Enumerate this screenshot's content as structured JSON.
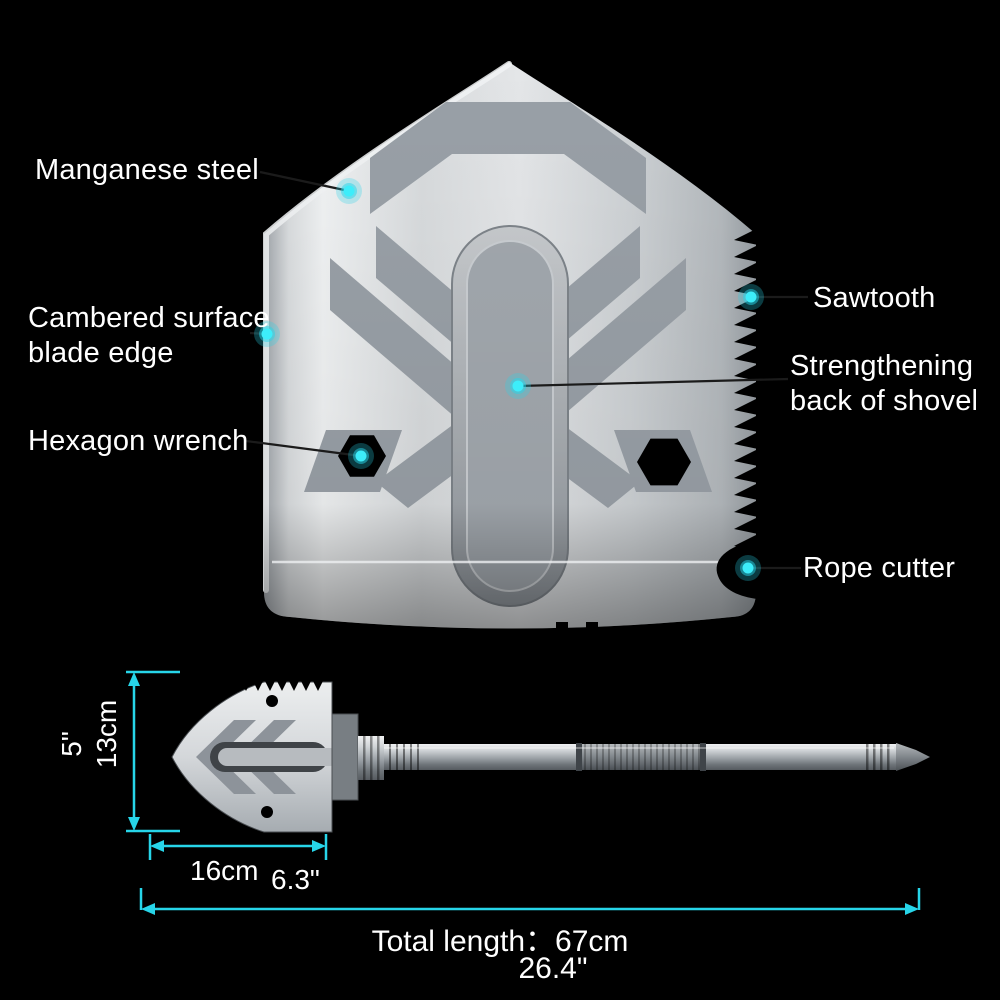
{
  "colors": {
    "background": "#000000",
    "accent": "#27d5e9",
    "callout_dot": "#3dedfa",
    "leader_line": "#1b1b1b",
    "label_text": "#ffffff"
  },
  "callouts": [
    {
      "id": "manganese-steel",
      "text": "Manganese steel"
    },
    {
      "id": "cambered-surface-blade-edge",
      "line1": "Cambered surface",
      "line2": "blade edge"
    },
    {
      "id": "hexagon-wrench",
      "text": "Hexagon wrench"
    },
    {
      "id": "sawtooth",
      "text": "Sawtooth"
    },
    {
      "id": "strengthening-back-of-shovel",
      "line1": "Strengthening",
      "line2": "back of shovel"
    },
    {
      "id": "rope-cutter",
      "text": "Rope cutter"
    }
  ],
  "dimensions": {
    "head_length_metric": "13cm",
    "head_length_imperial": "5\"",
    "head_width_metric": "16cm",
    "head_width_imperial": "6.3\"",
    "total_length_label": "Total length：67cm",
    "total_length_imperial": "26.4\""
  }
}
